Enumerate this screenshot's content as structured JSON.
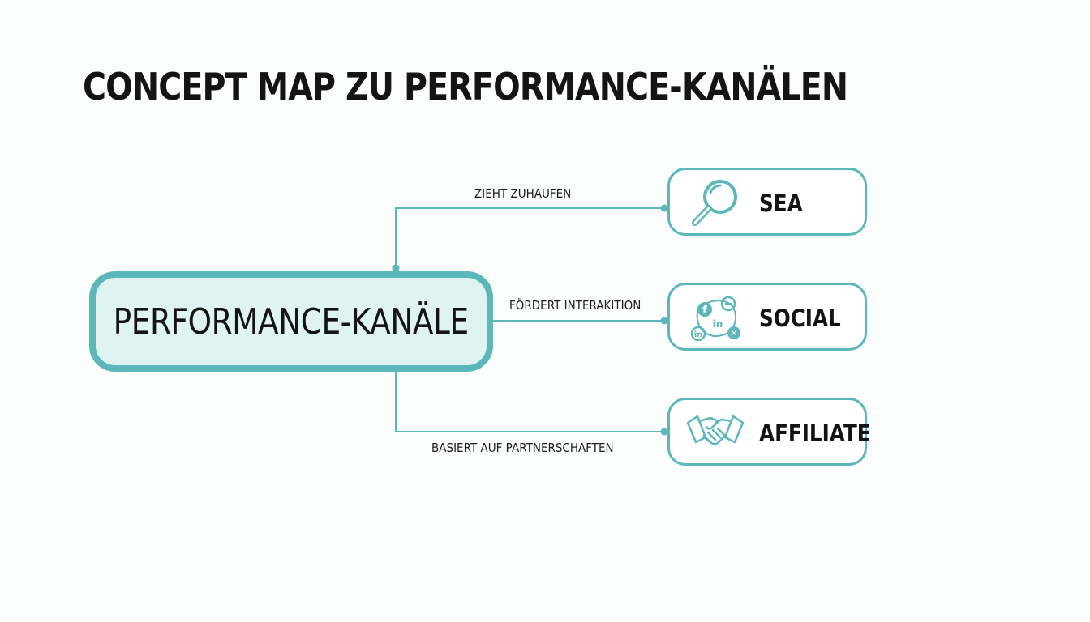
{
  "title": "CONCEPT MAP ZU PERFORMANCE-KANÄLEN",
  "center_node": {
    "label": "PERFORMANCE-KANÄLE"
  },
  "channels": [
    {
      "label": "SEA",
      "icon": "magnifier-icon",
      "edge_label": "ZIEHT ZUHAUFEN"
    },
    {
      "label": "SOCIAL",
      "icon": "social-media-icons",
      "icon_glyphs": [
        "f",
        "in",
        "in",
        "✕"
      ],
      "edge_label": "FÖRDERT INTERAKITION"
    },
    {
      "label": "AFFILIATE",
      "icon": "handshake-icon",
      "edge_label": "BASIERT AUF PARTNERSCHAFTEN"
    }
  ],
  "colors": {
    "accent": "#5cb7bb",
    "node_fill": "#dff3f3",
    "text": "#141414",
    "background": "#fbfcfc"
  }
}
